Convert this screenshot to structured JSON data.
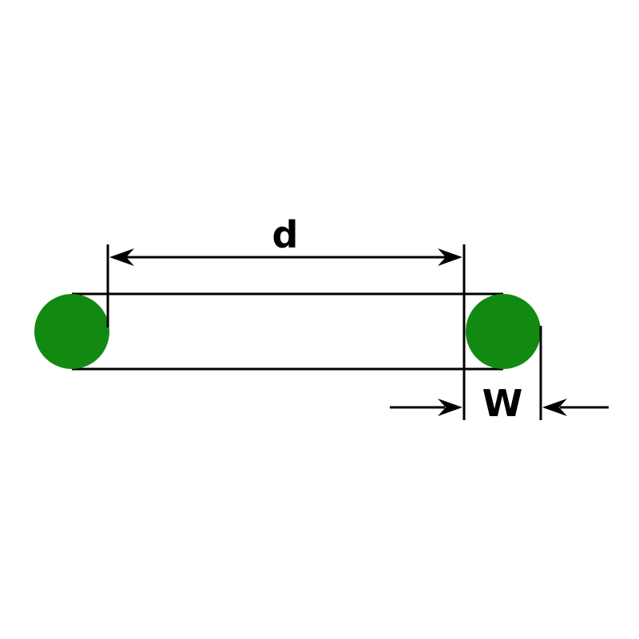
{
  "diagram": {
    "name": "o-ring-cross-section-dimension-diagram",
    "labels": {
      "inner_diameter": "d",
      "cross_section_width": "W"
    },
    "colors": {
      "ring": "#128a12",
      "line": "#000000",
      "background": "#ffffff"
    }
  }
}
